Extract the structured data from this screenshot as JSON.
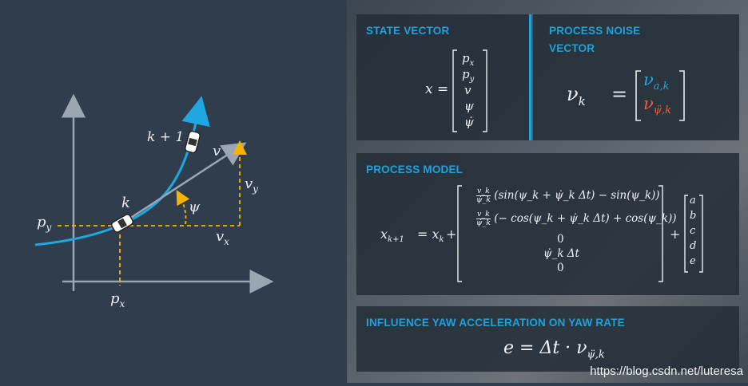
{
  "diagram": {
    "labels": {
      "py": "p_y",
      "px": "p_x",
      "k": "k",
      "k1": "k + 1",
      "v": "v",
      "vy": "v_y",
      "vx": "v_x",
      "psi": "ψ"
    },
    "colors": {
      "curve": "#1ea7e1",
      "axes": "#9aa6b2",
      "dashed": "#f2b400"
    }
  },
  "panels": {
    "state_vector": {
      "title": "STATE VECTOR",
      "lhs": "x =",
      "entries": [
        "p",
        "p",
        "v",
        "ψ",
        "ψ̇"
      ],
      "subs": [
        "x",
        "y",
        "",
        "",
        ""
      ]
    },
    "process_noise": {
      "title_line1": "PROCESS NOISE",
      "title_line2": "VECTOR",
      "lhs": "ν",
      "lhs_sub": "k",
      "eq": "=",
      "entry1": "ν",
      "entry1_sub": "a,k",
      "entry2": "ν",
      "entry2_sub": "ψ̈,k",
      "entry1_color": "#1ea7e1",
      "entry2_color": "#ef5a3a"
    },
    "process_model": {
      "title": "PROCESS MODEL",
      "lhs": "x",
      "lhs_sub": "k+1",
      "eq": "= x",
      "eq_sub": "k",
      "plus": "+",
      "row1": "(sin(ψ_k + ψ̇_k Δt) − sin(ψ_k))",
      "row2": "(− cos(ψ_k + ψ̇_k Δt) + cos(ψ_k))",
      "row3": "0",
      "row4": "ψ̇_k Δt",
      "row5": "0",
      "frac_num": "v_k",
      "frac_den": "ψ̇_k",
      "plus2": "+",
      "noise_entries": [
        "a",
        "b",
        "c",
        "d",
        "e"
      ]
    },
    "yaw": {
      "title": "INFLUENCE YAW ACCELERATION ON YAW RATE",
      "eq": "e = Δt · ν",
      "eq_sub": "ψ̈,k"
    }
  },
  "watermark": "https://blog.csdn.net/luteresa"
}
